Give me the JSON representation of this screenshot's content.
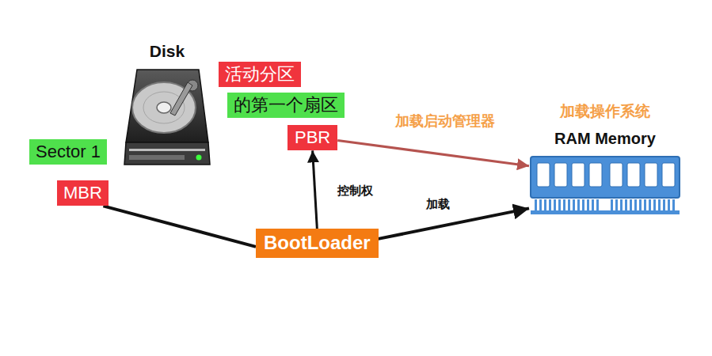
{
  "diagram": {
    "nodes": [
      {
        "text": [
          "Disk"
        ]
      },
      {
        "text": [
          "Sector 1"
        ]
      },
      {
        "text": [
          "MBR"
        ]
      },
      {
        "text": [
          "活动分区"
        ]
      },
      {
        "text": [
          "的第一个扇区"
        ]
      },
      {
        "text": [
          "PBR"
        ]
      },
      {
        "text": [
          "BootLoader"
        ]
      },
      {
        "text": [
          "加载操作系统",
          "RAM Memory"
        ]
      }
    ],
    "edges": [
      {
        "from": 2,
        "to": 6,
        "arrow": "none"
      },
      {
        "from": 6,
        "to": 5,
        "arrow": "to",
        "label": "控制权"
      },
      {
        "from": 6,
        "to": 7,
        "arrow": "to",
        "label": "加载"
      },
      {
        "from": 5,
        "to": 7,
        "arrow": "to",
        "label": "加载启动管理器"
      }
    ]
  }
}
